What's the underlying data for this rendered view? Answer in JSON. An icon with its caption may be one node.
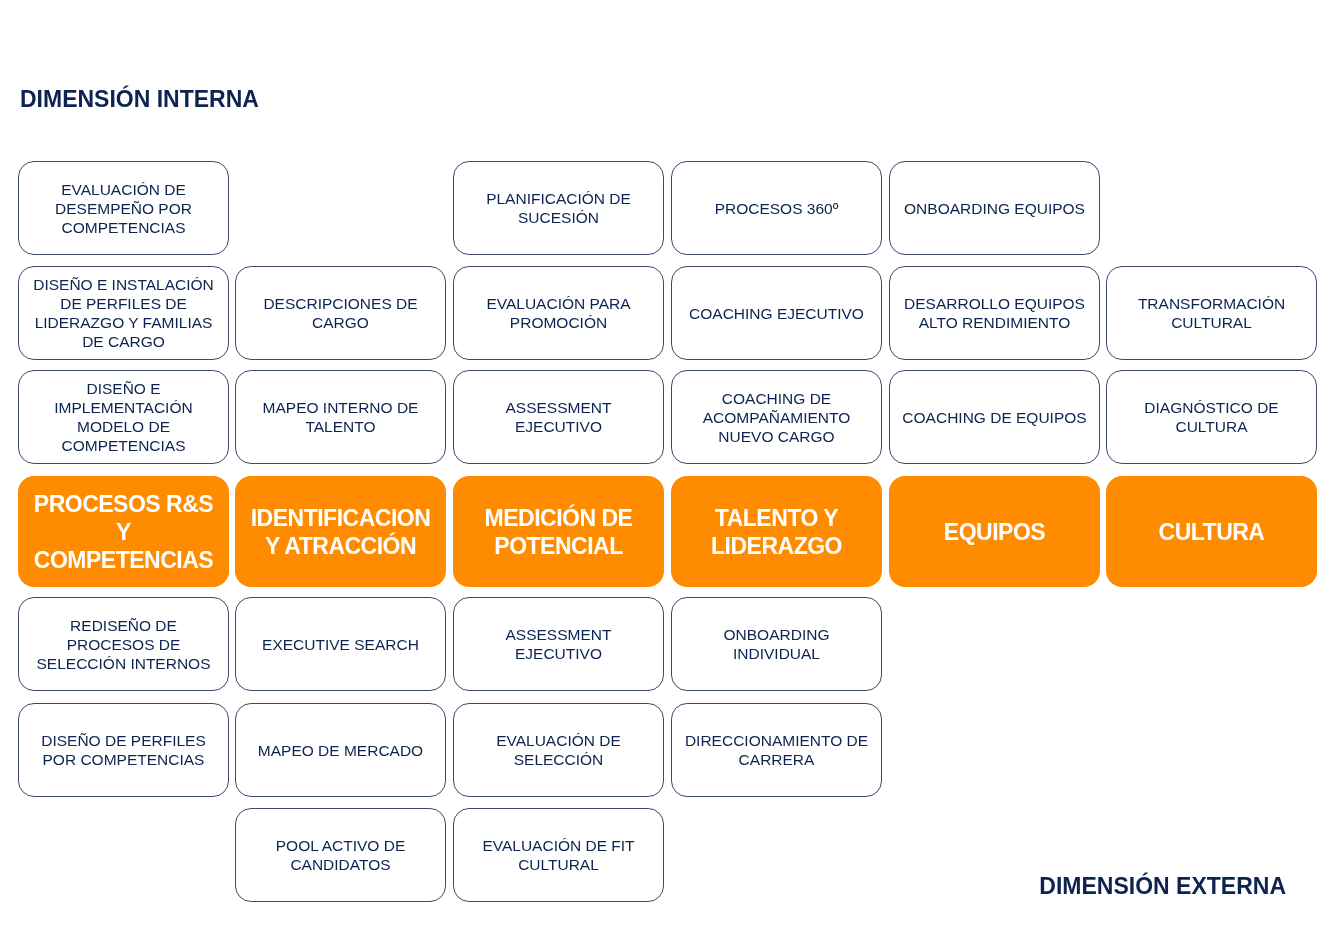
{
  "diagram": {
    "nodes": [
      {
        "text": [
          "EVALUACIÓN DE DESEMPEÑO POR COMPETENCIAS"
        ]
      },
      {
        "text": [
          "PLANIFICACIÓN DE SUCESIÓN"
        ]
      },
      {
        "text": [
          "PROCESOS 360º"
        ]
      },
      {
        "text": [
          "ONBOARDING EQUIPOS"
        ]
      },
      {
        "text": [
          "DISEÑO E INSTALACIÓN DE PERFILES DE LIDERAZGO Y FAMILIAS DE CARGO"
        ]
      },
      {
        "text": [
          "DESCRIPCIONES DE CARGO"
        ]
      },
      {
        "text": [
          "EVALUACIÓN PARA PROMOCIÓN"
        ]
      },
      {
        "text": [
          "COACHING EJECUTIVO"
        ]
      },
      {
        "text": [
          "DESARROLLO EQUIPOS ALTO RENDIMIENTO"
        ]
      },
      {
        "text": [
          "TRANSFORMACIÓN CULTURAL"
        ]
      },
      {
        "text": [
          "DISEÑO E IMPLEMENTACIÓN MODELO DE COMPETENCIAS"
        ]
      },
      {
        "text": [
          "MAPEO INTERNO DE TALENTO"
        ]
      },
      {
        "text": [
          "ASSESSMENT EJECUTIVO"
        ]
      },
      {
        "text": [
          "COACHING DE ACOMPAÑAMIENTO NUEVO CARGO"
        ]
      },
      {
        "text": [
          "COACHING DE EQUIPOS"
        ]
      },
      {
        "text": [
          "DIAGNÓSTICO DE CULTURA"
        ]
      },
      {
        "text": [
          "PROCESOS R&S Y COMPETENCIAS"
        ]
      },
      {
        "text": [
          "IDENTIFICACION Y ATRACCIÓN"
        ]
      },
      {
        "text": [
          "MEDICIÓN DE POTENCIAL"
        ]
      },
      {
        "text": [
          "TALENTO Y LIDERAZGO"
        ]
      },
      {
        "text": [
          "EQUIPOS"
        ]
      },
      {
        "text": [
          "CULTURA"
        ]
      },
      {
        "text": [
          "REDISEÑO DE PROCESOS DE SELECCIÓN INTERNOS"
        ]
      },
      {
        "text": [
          "EXECUTIVE SEARCH"
        ]
      },
      {
        "text": [
          "ASSESSMENT EJECUTIVO"
        ]
      },
      {
        "text": [
          "ONBOARDING INDIVIDUAL"
        ]
      },
      {
        "text": [
          "DISEÑO DE PERFILES POR COMPETENCIAS"
        ]
      },
      {
        "text": [
          "MAPEO DE MERCADO"
        ]
      },
      {
        "text": [
          "EVALUACIÓN DE SELECCIÓN"
        ]
      },
      {
        "text": [
          "DIRECCIONAMIENTO DE CARRERA"
        ]
      },
      {
        "text": [
          "POOL ACTIVO DE CANDIDATOS"
        ]
      },
      {
        "text": [
          "EVALUACIÓN DE FIT CULTURAL"
        ]
      }
    ],
    "labels": [
      "DIMENSIÓN INTERNA",
      "DIMENSIÓN EXTERNA"
    ]
  }
}
